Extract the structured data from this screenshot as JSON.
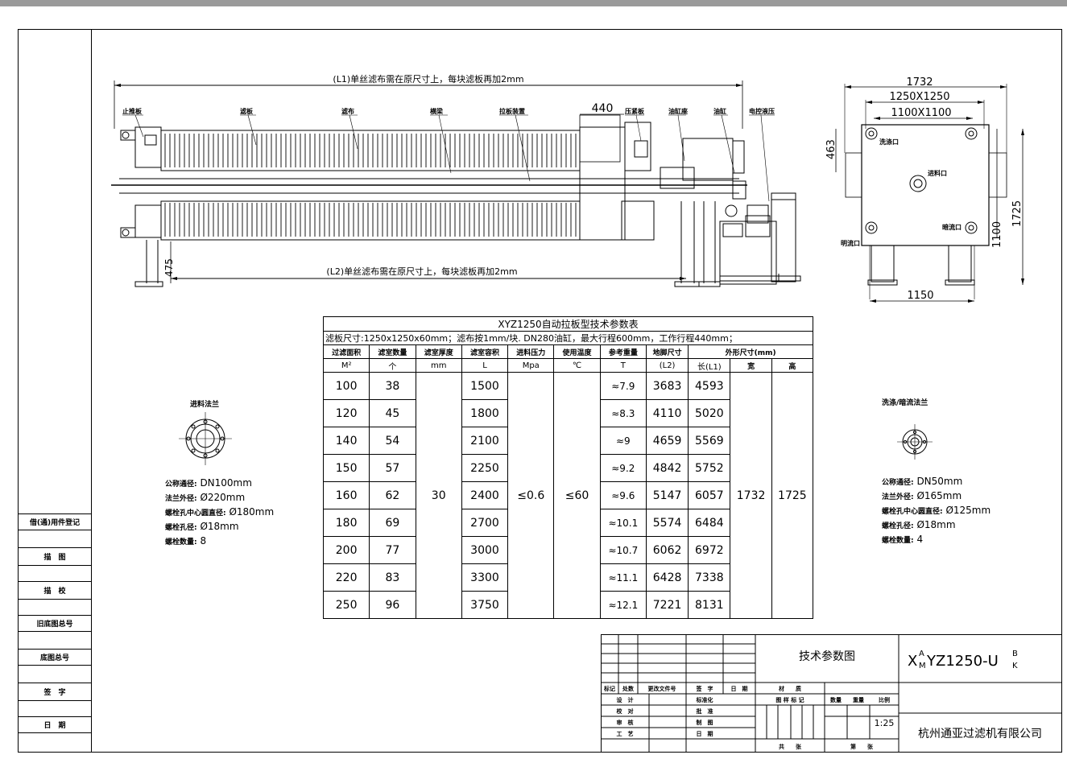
{
  "drawing": {
    "dim_L1": "(L1)单丝滤布需在原尺寸上，每块滤板再加2mm",
    "dim_L2": "(L2)单丝滤布需在原尺寸上，每块滤板再加2mm",
    "dim_440": "440",
    "dim_475": "475",
    "labels": [
      "止推板",
      "滤板",
      "滤布",
      "横梁",
      "拉板装置",
      "压紧板",
      "油缸座",
      "油缸",
      "电控液压"
    ]
  },
  "side_view": {
    "dim_1732": "1732",
    "dim_1250x1250": "1250X1250",
    "dim_1100x1100": "1100X1100",
    "dim_463": "463",
    "dim_1725": "1725",
    "dim_1100": "1100",
    "dim_1150": "1150",
    "wash_port": "洗涤口",
    "inlet_port": "进料口",
    "dark_flow": "暗流口",
    "bright_flow": "明流口"
  },
  "spec_table": {
    "title": "XYZ1250自动拉板型技术参数表",
    "subtitle": "滤板尺寸:1250x1250x60mm；滤布按1mm/块. DN280油缸，最大行程600mm，工作行程440mm；",
    "headers_top": [
      "过滤面积",
      "滤室数量",
      "滤室厚度",
      "滤室容积",
      "进料压力",
      "使用温度",
      "参考重量",
      "地脚尺寸",
      "外形尺寸(mm)"
    ],
    "headers_unit": [
      "M²",
      "个",
      "mm",
      "L",
      "Mpa",
      "℃",
      "T",
      "(L2)"
    ],
    "headers_dim": [
      "长(L1)",
      "宽",
      "高"
    ],
    "merged": {
      "thickness": "30",
      "pressure": "≤0.6",
      "temperature": "≤60",
      "width": "1732",
      "height": "1725"
    },
    "rows": [
      [
        "100",
        "38",
        "1500",
        "≈7.9",
        "3683",
        "4593"
      ],
      [
        "120",
        "45",
        "1800",
        "≈8.3",
        "4110",
        "5020"
      ],
      [
        "140",
        "54",
        "2100",
        "≈9",
        "4659",
        "5569"
      ],
      [
        "150",
        "57",
        "2250",
        "≈9.2",
        "4842",
        "5752"
      ],
      [
        "160",
        "62",
        "2400",
        "≈9.6",
        "5147",
        "6057"
      ],
      [
        "180",
        "69",
        "2700",
        "≈10.1",
        "5574",
        "6484"
      ],
      [
        "200",
        "77",
        "3000",
        "≈10.7",
        "6062",
        "6972"
      ],
      [
        "220",
        "83",
        "3300",
        "≈11.1",
        "6428",
        "7338"
      ],
      [
        "250",
        "96",
        "3750",
        "≈12.1",
        "7221",
        "8131"
      ]
    ]
  },
  "inlet_flange": {
    "title": "进料法兰",
    "l1k": "公称通径:",
    "l1v": "DN100mm",
    "l2k": "法兰外径:",
    "l2v": "Ø220mm",
    "l3k": "螺栓孔中心圆直径:",
    "l3v": "Ø180mm",
    "l4k": "螺栓孔径:",
    "l4v": "Ø18mm",
    "l5k": "螺栓数量:",
    "l5v": "8"
  },
  "wash_flange": {
    "title": "洗涤/暗流法兰",
    "l1k": "公称通径:",
    "l1v": "DN50mm",
    "l2k": "法兰外径:",
    "l2v": "Ø165mm",
    "l3k": "螺栓孔中心圆直径:",
    "l3v": "Ø125mm",
    "l4k": "螺栓孔径:",
    "l4v": "Ø18mm",
    "l5k": "螺栓数量:",
    "l5v": "4"
  },
  "side_column": [
    "借(通)用件登记",
    "描　图",
    "描　校",
    "旧底图总号",
    "底图总号",
    "签　字",
    "日　期"
  ],
  "title_block": {
    "drawing_name": "技术参数图",
    "drawing_no": "XᴬₘYZ1250-Uᴮₖ",
    "code_prefix": "X",
    "code_sup_a": "A",
    "code_sub_m": "M",
    "code_main": "YZ1250-U",
    "code_sup_b": "B",
    "code_sub_k": "K",
    "company": "杭州通亚过滤机有限公司",
    "scale": "1:25",
    "r1": [
      "标记",
      "处数",
      "更改文件号",
      "签　字",
      "日　期"
    ],
    "c1": [
      "设　计",
      "标准化"
    ],
    "c2": [
      "校　对",
      "批　准"
    ],
    "c3": [
      "审　核",
      "制　图"
    ],
    "c4": [
      "工　艺",
      "日　期"
    ],
    "material": "材　　质",
    "mark": "图 样 标 记",
    "qty": "数量",
    "weight": "重量",
    "ratio": "比例",
    "total": "共　　张",
    "sheet": "第　　张"
  }
}
